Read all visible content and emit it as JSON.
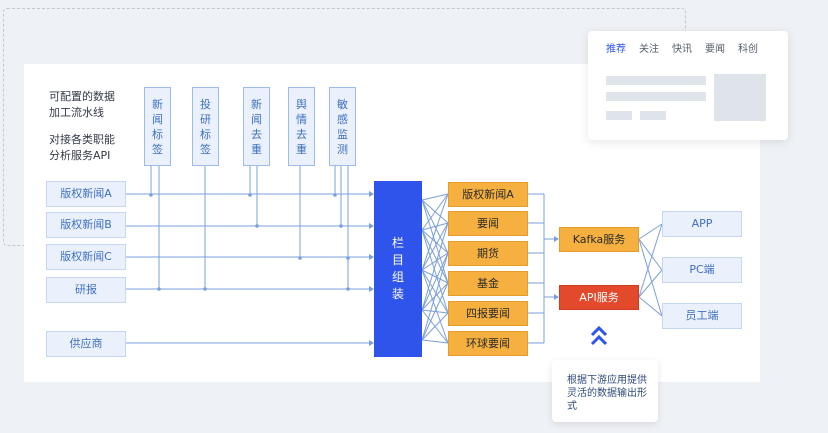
{
  "intro": {
    "line1": "可配置的数据",
    "line2": "加工流水线",
    "line3": "对接各类职能",
    "line4": "分析服务API"
  },
  "processors": [
    "新闻标签",
    "投研标签",
    "新闻去重",
    "舆情去重",
    "敏感监测"
  ],
  "sources": [
    "版权新闻A",
    "版权新闻B",
    "版权新闻C",
    "研报",
    "供应商"
  ],
  "assemble": "栏目组装",
  "channels": [
    "版权新闻A",
    "要闻",
    "期货",
    "基金",
    "四报要闻",
    "环球要闻"
  ],
  "services": {
    "kafka": "Kafka服务",
    "api": "API服务"
  },
  "clients": [
    "APP",
    "PC端",
    "员工端"
  ],
  "note": "根据下游应用提供灵活的数据输出形式",
  "feed": {
    "tabs": [
      "推荐",
      "关注",
      "快讯",
      "要闻",
      "科创"
    ],
    "active_tab": "推荐"
  },
  "colors": {
    "wire": "#7a9fd8",
    "assemble": "#2f54eb",
    "channel": "#f5b040",
    "api": "#e34a2c",
    "active_tab": "#2f54eb"
  },
  "icons": {
    "up_arrows": "double-chevron-up-icon"
  }
}
